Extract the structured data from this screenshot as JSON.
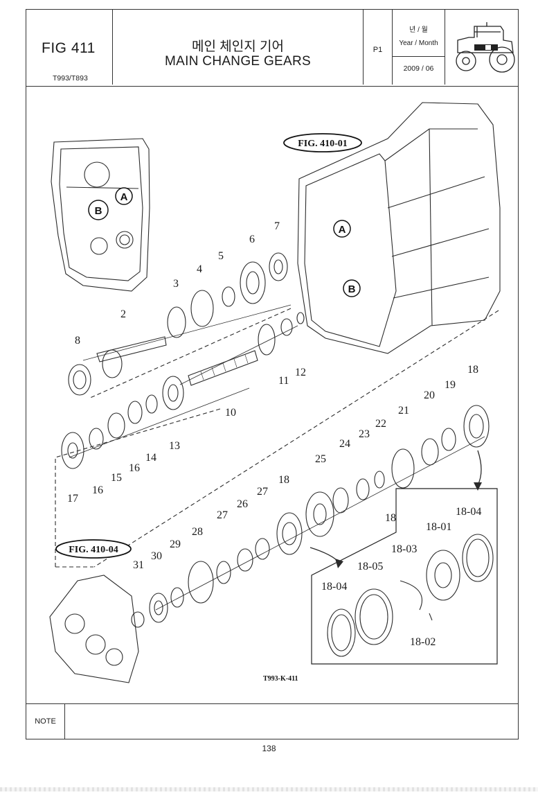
{
  "header": {
    "fig_number": "FIG 411",
    "model_code": "T993/T893",
    "title_ko": "메인 체인지 기어",
    "title_en": "MAIN CHANGE GEARS",
    "page_code": "P1",
    "year_month_ko": "년 / 월",
    "year_month_en": "Year / Month",
    "date": "2009 / 06",
    "thumbnail": "tractor-icon"
  },
  "diagram": {
    "fig_refs": [
      "FIG. 410-01",
      "FIG. 410-04"
    ],
    "view_markers": [
      "A",
      "B"
    ],
    "drawing_code": "T993-K-411",
    "callouts": [
      "2",
      "3",
      "4",
      "5",
      "6",
      "7",
      "8",
      "10",
      "11",
      "12",
      "13",
      "14",
      "15",
      "16",
      "16",
      "17",
      "18",
      "19",
      "20",
      "21",
      "22",
      "23",
      "24",
      "25",
      "18",
      "26",
      "27",
      "27",
      "28",
      "29",
      "30",
      "31",
      "18",
      "18-01",
      "18-02",
      "18-03",
      "18-04",
      "18-04",
      "18-05"
    ]
  },
  "footer": {
    "note_label": "NOTE",
    "page_number": "138"
  }
}
